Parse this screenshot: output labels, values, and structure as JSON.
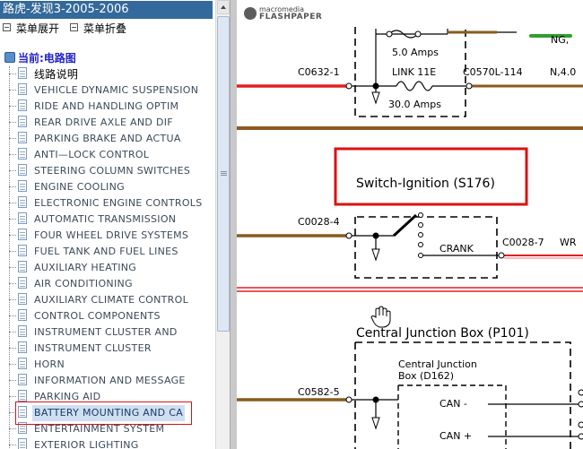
{
  "title": "路虎-发现3-2005-2006",
  "controls": {
    "expand": "菜单展开",
    "collapse": "菜单折叠"
  },
  "current": "当前:电路图",
  "tree": [
    {
      "label": "线路说明",
      "selected": false
    },
    {
      "label": "VEHICLE DYNAMIC SUSPENSION",
      "selected": false
    },
    {
      "label": "RIDE AND HANDLING OPTIM",
      "selected": false
    },
    {
      "label": "REAR DRIVE AXLE AND DIF",
      "selected": false
    },
    {
      "label": "PARKING BRAKE AND ACTUA",
      "selected": false
    },
    {
      "label": "ANTI—LOCK CONTROL",
      "selected": false
    },
    {
      "label": "STEERING COLUMN SWITCHES",
      "selected": false
    },
    {
      "label": "ENGINE COOLING",
      "selected": false
    },
    {
      "label": "ELECTRONIC ENGINE CONTROLS",
      "selected": false
    },
    {
      "label": "AUTOMATIC TRANSMISSION",
      "selected": false
    },
    {
      "label": "FOUR WHEEL DRIVE SYSTEMS",
      "selected": false
    },
    {
      "label": "FUEL TANK AND FUEL LINES",
      "selected": false
    },
    {
      "label": "AUXILIARY HEATING",
      "selected": false
    },
    {
      "label": "AIR CONDITIONING",
      "selected": false
    },
    {
      "label": "AUXILIARY CLIMATE CONTROL",
      "selected": false
    },
    {
      "label": "CONTROL COMPONENTS",
      "selected": false
    },
    {
      "label": "INSTRUMENT CLUSTER AND",
      "selected": false
    },
    {
      "label": "INSTRUMENT CLUSTER",
      "selected": false
    },
    {
      "label": "HORN",
      "selected": false
    },
    {
      "label": "INFORMATION AND MESSAGE",
      "selected": false
    },
    {
      "label": "PARKING AID",
      "selected": false
    },
    {
      "label": "BATTERY MOUNTING AND CA",
      "selected": true
    },
    {
      "label": "ENTERTAINMENT SYSTEM",
      "selected": false
    },
    {
      "label": "EXTERIOR LIGHTING",
      "selected": false
    }
  ],
  "viewer": {
    "logo_line1": "macromedia",
    "logo_line2": "FLASHPAPER",
    "diagram": {
      "fuse_top_rating": "5.0 Amps",
      "ng_label": "NG,",
      "left_connector_1": "C0632-1",
      "link_label": "LINK 11E",
      "right_connector_1": "C0570L-114",
      "right_label_1": "N,4.0",
      "fuse_bottom_rating": "30.0 Amps",
      "switch_title": "Switch-Ignition (S176)",
      "left_connector_2": "C0028-4",
      "crank_label": "CRANK",
      "right_connector_2": "C0028-7",
      "right_label_2": "WR",
      "cjb_title": "Central Junction Box (P101)",
      "cjb_sub_1": "Central Junction",
      "cjb_sub_2": "Box (D162)",
      "left_connector_3": "C0582-5",
      "can_minus": "CAN -",
      "can_plus": "CAN +"
    }
  },
  "colors": {
    "title_bg": "#33699b",
    "wire_red": "#e02020",
    "wire_brown": "#8a5a1e",
    "wire_green": "#2ea02e",
    "highlight_red": "#dd1111"
  }
}
